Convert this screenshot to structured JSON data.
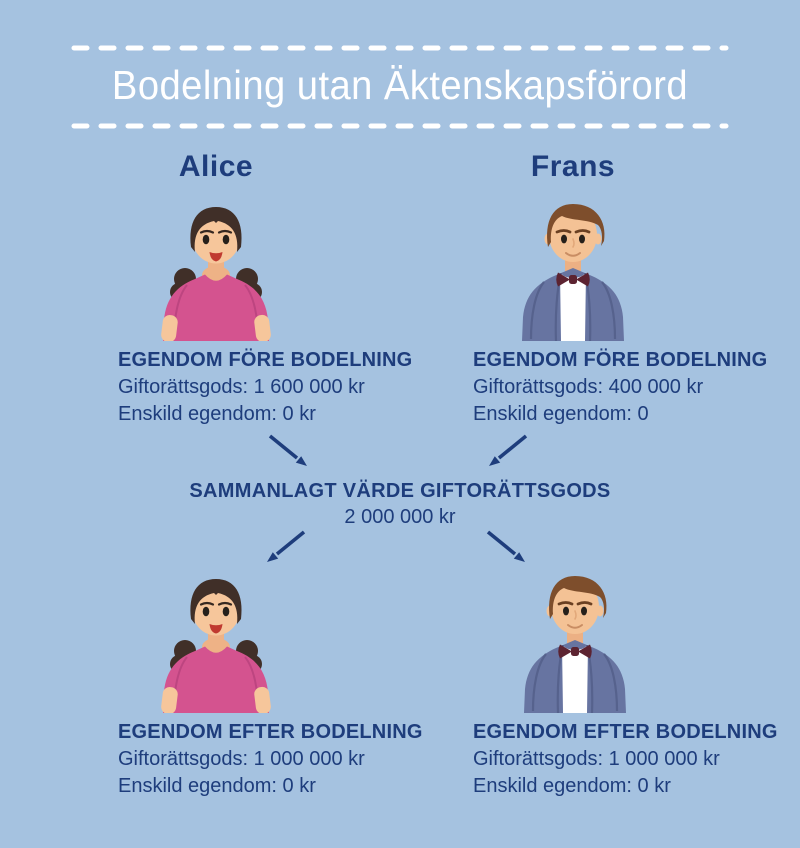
{
  "theme": {
    "background": "#a5c2e0",
    "navy_text": "#1e3d7c",
    "title_white": "#ffffff",
    "woman_shirt_pink": "#d4538f",
    "man_suit_blue": "#6774a1",
    "bow_tie_maroon": "#5c2331",
    "skin": "#f6c69b",
    "woman_hair_dark_brown": "#402f28",
    "man_hair_brown": "#7e4e2c"
  },
  "header": {
    "title": "Bodelning utan Äktenskapsförord"
  },
  "left_person": {
    "name": "Alice"
  },
  "right_person": {
    "name": "Frans"
  },
  "before_left": {
    "heading": "EGENDOM FÖRE BODELNING",
    "lines": [
      "Giftorättsgods: 1 600 000 kr",
      "Enskild egendom: 0 kr"
    ]
  },
  "before_right": {
    "heading": "EGENDOM FÖRE BODELNING",
    "lines": [
      "Giftorättsgods: 400 000 kr",
      "Enskild egendom: 0"
    ]
  },
  "total": {
    "heading": "SAMMANLAGT VÄRDE GIFTORÄTTSGODS",
    "value": "2 000 000 kr"
  },
  "after_left": {
    "heading": "EGENDOM EFTER BODELNING",
    "lines": [
      "Giftorättsgods: 1 000 000 kr",
      "Enskild egendom: 0 kr"
    ]
  },
  "after_right": {
    "heading": "EGENDOM EFTER BODELNING",
    "lines": [
      "Giftorättsgods: 1 000 000 kr",
      "Enskild egendom: 0 kr"
    ]
  },
  "icons": {
    "left_avatar": "woman-avatar-icon",
    "right_avatar": "man-avatar-icon",
    "arrow": "arrow-icon",
    "divider": "dashed-divider"
  }
}
